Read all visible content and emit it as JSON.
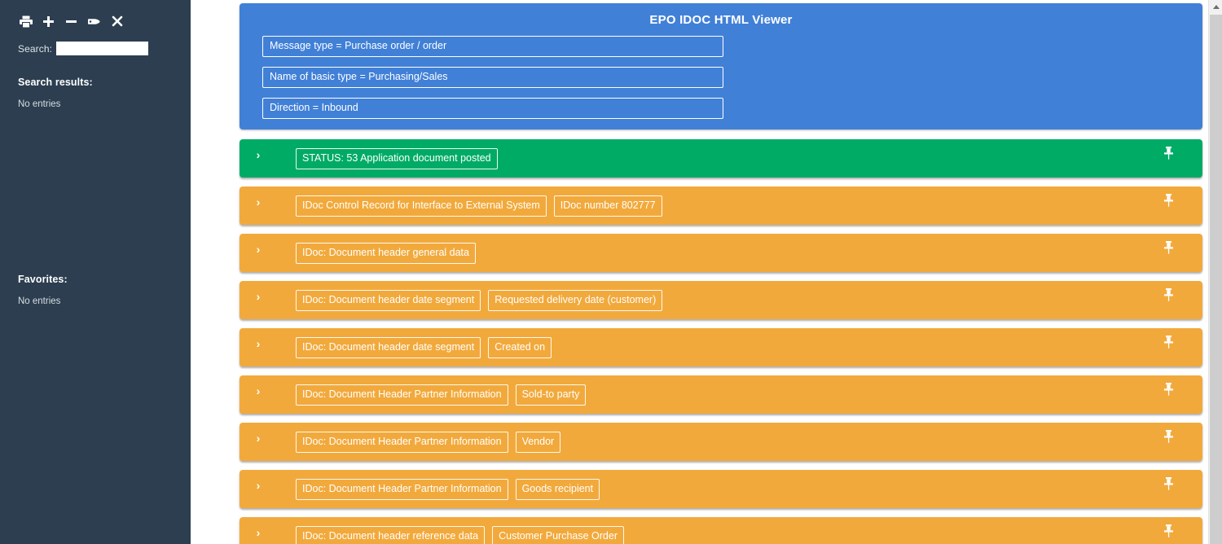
{
  "sidebar": {
    "toolbar": [
      {
        "name": "print-icon",
        "label": "Print"
      },
      {
        "name": "expand-all-icon",
        "label": "Expand all"
      },
      {
        "name": "collapse-all-icon",
        "label": "Collapse all"
      },
      {
        "name": "tag-icon",
        "label": "Tag"
      },
      {
        "name": "close-icon",
        "label": "Close"
      }
    ],
    "search": {
      "label": "Search:",
      "value": "",
      "placeholder": ""
    },
    "search_results": {
      "heading": "Search results:",
      "empty": "No entries"
    },
    "favorites": {
      "heading": "Favorites:",
      "empty": "No entries"
    }
  },
  "header": {
    "title": "EPO IDOC HTML Viewer",
    "fields": [
      "Message type = Purchase order / order",
      "Name of basic type = Purchasing/Sales",
      "Direction = Inbound"
    ]
  },
  "segments": [
    {
      "kind": "status",
      "chevron": "›",
      "tags": [
        "STATUS:  53  Application document posted"
      ],
      "pin": "pin-icon"
    },
    {
      "kind": "data",
      "chevron": "›",
      "tags": [
        "IDoc Control Record for Interface to External System",
        "IDoc number  802777"
      ],
      "pin": "pin-icon"
    },
    {
      "kind": "data",
      "chevron": "›",
      "tags": [
        "IDoc: Document header general data"
      ],
      "pin": "pin-icon"
    },
    {
      "kind": "data",
      "chevron": "›",
      "tags": [
        "IDoc: Document header date segment",
        "Requested delivery date (customer)"
      ],
      "pin": "pin-icon"
    },
    {
      "kind": "data",
      "chevron": "›",
      "tags": [
        "IDoc: Document header date segment",
        "Created on"
      ],
      "pin": "pin-icon"
    },
    {
      "kind": "data",
      "chevron": "›",
      "tags": [
        "IDoc: Document Header Partner Information",
        "Sold-to party"
      ],
      "pin": "pin-icon"
    },
    {
      "kind": "data",
      "chevron": "›",
      "tags": [
        "IDoc: Document Header Partner Information",
        "Vendor"
      ],
      "pin": "pin-icon"
    },
    {
      "kind": "data",
      "chevron": "›",
      "tags": [
        "IDoc: Document Header Partner Information",
        "Goods recipient"
      ],
      "pin": "pin-icon"
    },
    {
      "kind": "data",
      "chevron": "›",
      "tags": [
        "IDoc: Document header reference data",
        "Customer Purchase Order"
      ],
      "pin": "pin-icon"
    }
  ],
  "colors": {
    "sidebar": "#2c3e50",
    "header_panel": "#4180d7",
    "status_row": "#00ab66",
    "data_row": "#f2a93c",
    "scrollbar_track": "#f1f1f1",
    "scrollbar_thumb": "#cdcdcd"
  }
}
